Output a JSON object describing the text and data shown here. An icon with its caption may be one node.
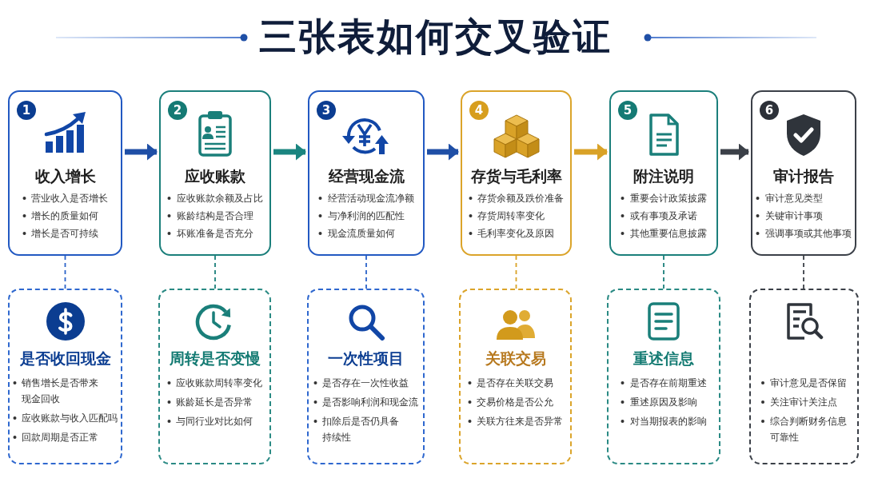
{
  "diagram": {
    "title": "三张表如何交叉验证",
    "nodes": [
      {
        "text": [
          "1",
          "收入增长",
          "营业收入是否增长",
          "增长的质量如何",
          "增长是否可持续"
        ]
      },
      {
        "text": [
          "2",
          "应收账款",
          "应收账款余额及占比",
          "账龄结构是否合理",
          "坏账准备是否充分"
        ]
      },
      {
        "text": [
          "3",
          "经营现金流",
          "经营活动现金流净额",
          "与净利润的匹配性",
          "现金流质量如何"
        ]
      },
      {
        "text": [
          "4",
          "存货与毛利率",
          "存货余额及跌价准备",
          "存货周转率变化",
          "毛利率变化及原因"
        ]
      },
      {
        "text": [
          "5",
          "附注说明",
          "重要会计政策披露",
          "或有事项及承诺",
          "其他重要信息披露"
        ]
      },
      {
        "text": [
          "6",
          "审计报告",
          "审计意见类型",
          "关键审计事项",
          "强调事项或其他事项"
        ]
      },
      {
        "text": [
          "是否收回现金",
          "销售增长是否带来现金回收",
          "应收账款与收入匹配吗",
          "回款周期是否正常"
        ]
      },
      {
        "text": [
          "周转是否变慢",
          "应收账款周转率变化",
          "账龄延长是否异常",
          "与同行业对比如何"
        ]
      },
      {
        "text": [
          "一次性项目",
          "是否存在一次性收益",
          "是否影响利润和现金流",
          "扣除后是否仍具备持续性"
        ]
      },
      {
        "text": [
          "关联交易",
          "是否存在关联交易",
          "交易价格是否公允",
          "关联方往来是否异常"
        ]
      },
      {
        "text": [
          "重述信息",
          "是否存在前期重述",
          "重述原因及影响",
          "对当期报表的影响"
        ]
      },
      {
        "text": [
          "审计意见是否保留",
          "关注审计关注点",
          "综合判断财务信息可靠性"
        ]
      }
    ],
    "edges": [
      {
        "from": 0,
        "to": 1,
        "arrow": "to",
        "style": "thick",
        "color": "#1f4fa6"
      },
      {
        "from": 1,
        "to": 2,
        "arrow": "to",
        "style": "thick",
        "color": "#1a8580"
      },
      {
        "from": 2,
        "to": 3,
        "arrow": "to",
        "style": "thick",
        "color": "#1f4fa6"
      },
      {
        "from": 3,
        "to": 4,
        "arrow": "to",
        "style": "thick",
        "color": "#d9a227"
      },
      {
        "from": 4,
        "to": 5,
        "arrow": "to",
        "style": "thick",
        "color": "#3b4048"
      },
      {
        "from": 0,
        "to": 6,
        "arrow": "none",
        "style": "dashed",
        "color": "#2b63c9"
      },
      {
        "from": 1,
        "to": 7,
        "arrow": "none",
        "style": "dashed",
        "color": "#1b7f7b"
      },
      {
        "from": 2,
        "to": 8,
        "arrow": "none",
        "style": "dashed",
        "color": "#2b63c9"
      },
      {
        "from": 3,
        "to": 9,
        "arrow": "none",
        "style": "dashed",
        "color": "#d9a227"
      },
      {
        "from": 4,
        "to": 10,
        "arrow": "none",
        "style": "dashed",
        "color": "#1b7f7b"
      },
      {
        "from": 5,
        "to": 11,
        "arrow": "none",
        "style": "dashed",
        "color": "#3b4048"
      }
    ]
  }
}
